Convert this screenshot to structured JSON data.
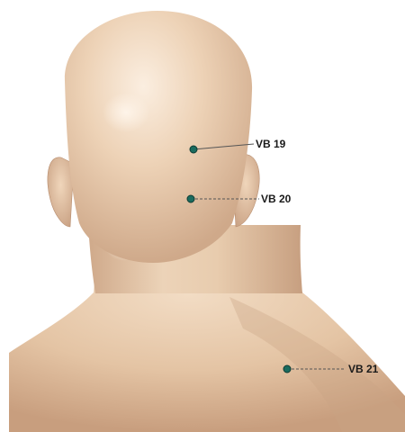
{
  "points": [
    {
      "id": "vb19",
      "label": "VB 19",
      "color": "#1a6b5e"
    },
    {
      "id": "vb20",
      "label": "VB 20",
      "color": "#1a6b5e"
    },
    {
      "id": "vb21",
      "label": "VB 21",
      "color": "#1a6b5e"
    }
  ],
  "colors": {
    "background": "#ffffff",
    "skin_light": "#f2dcc6",
    "skin_mid": "#e6c7a8",
    "skin_shadow": "#c9a384",
    "leader_line": "#555555"
  }
}
